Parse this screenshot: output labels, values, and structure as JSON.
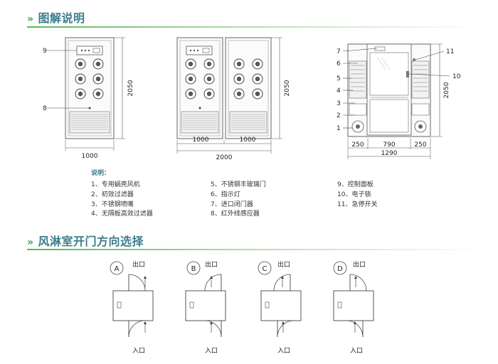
{
  "sections": {
    "diagram_title": "图解说明",
    "door_title": "风淋室开门方向选择"
  },
  "front_single": {
    "callouts": [
      "9",
      "8"
    ],
    "dims": {
      "width": "1000",
      "height": "2050"
    }
  },
  "front_double": {
    "dims": {
      "left": "1000",
      "right": "1000",
      "total": "2000",
      "height": "2050"
    }
  },
  "top_view": {
    "callouts_left": [
      "7",
      "6",
      "5",
      "4",
      "3",
      "2",
      "1"
    ],
    "callouts_right": [
      "11",
      "10"
    ],
    "dims": {
      "a": "250",
      "b": "790",
      "c": "250",
      "total": "1290",
      "height": "2050"
    }
  },
  "notes": {
    "title": "说明：",
    "col1": [
      "1、专用蜗壳风机",
      "2、初效过滤器",
      "3、不锈钢喷嘴",
      "4、无隔板高效过滤器"
    ],
    "col2": [
      "5、不锈钢丰玻璃门",
      "6、指示灯",
      "7、进口闭门器",
      "8、红外线感应器"
    ],
    "col3": [
      "9、控制面板",
      "10、电子锁",
      "11、急停开关"
    ]
  },
  "door_options": [
    {
      "letter": "A",
      "exit": "出口",
      "entry": "入口"
    },
    {
      "letter": "B",
      "exit": "出口",
      "entry": "入口"
    },
    {
      "letter": "C",
      "exit": "出口",
      "entry": "入口"
    },
    {
      "letter": "D",
      "exit": "出口",
      "entry": "入口"
    }
  ],
  "colors": {
    "accent": "#3d7d8c",
    "rule": "#5ab55b",
    "line": "#555555"
  }
}
